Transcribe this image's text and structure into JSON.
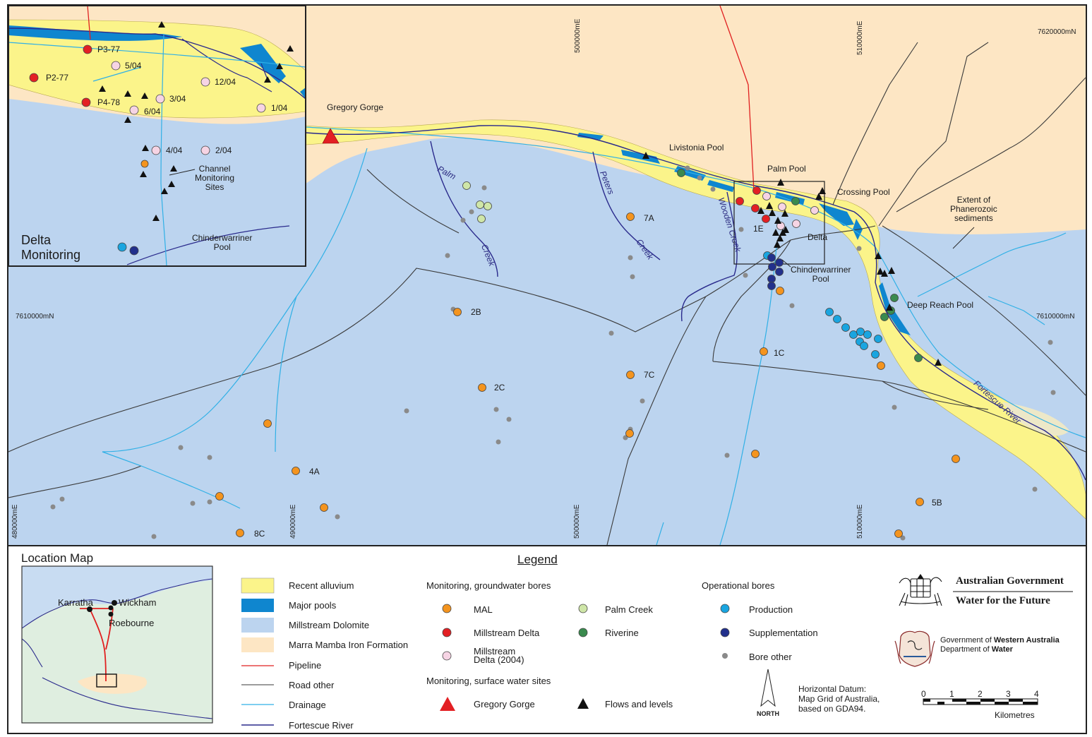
{
  "map": {
    "colors": {
      "recent_alluvium": "#fbf48a",
      "major_pools": "#0f86cf",
      "millstream_dolomite": "#bcd4ef",
      "marra_mamba": "#fde6c4",
      "pipeline": "#e02020",
      "road": "#3a3a3a",
      "drainage": "#30b0e6",
      "fortescue_river": "#2a2a8c",
      "mal": "#f4941e",
      "millstream_delta": "#e32024",
      "millstream_delta_2004": "#f6d4e4",
      "palm_creek": "#cfe6a8",
      "riverine": "#3a8a4e",
      "production": "#1aa5e0",
      "supplementation": "#22308c",
      "bore_other": "#8a8a8a"
    },
    "coordinates": {
      "e480": "480000mE",
      "e490": "490000mE",
      "e500_top": "500000mE",
      "e500_bottom": "500000mE",
      "e510_top": "510000mE",
      "e510_bottom": "510000mE",
      "n7620": "7620000mN",
      "n7610_left": "7610000mN",
      "n7610_right": "7610000mN"
    },
    "places": {
      "gregory_gorge": "Gregory Gorge",
      "livistonia_pool": "Livistonia Pool",
      "palm_pool": "Palm Pool",
      "crossing_pool": "Crossing Pool",
      "delta": "Delta",
      "chinderwarriner_pool": "Chinderwarriner\nPool",
      "deep_reach_pool": "Deep Reach Pool",
      "extent_phanerozoic": "Extent of\nPhanerozoic\nsediments",
      "palm": "Palm",
      "palm_creek": "Creek",
      "peters": "Peters",
      "peters_creek": "Creek",
      "wooden_creek": "Wooden Creek",
      "fortescue_river": "Fortescue River"
    },
    "bore_labels": {
      "b7a": "7A",
      "b1e": "1E",
      "b2b": "2B",
      "b1c": "1C",
      "b7c": "7C",
      "b2c": "2C",
      "b4a": "4A",
      "b5b": "5B",
      "b8c": "8C"
    }
  },
  "inset": {
    "title": "Delta\nMonitoring",
    "labels": {
      "p3": "P3-77",
      "p5": "5/04",
      "p2": "P2-77",
      "p12": "12/04",
      "p3_04": "3/04",
      "p4": "P4-78",
      "p6": "6/04",
      "p1": "1/04",
      "p4_04": "4/04",
      "p2_04": "2/04",
      "channel": "Channel\nMonitoring\nSites",
      "chinder": "Chinderwarriner\nPool"
    }
  },
  "location_map": {
    "title": "Location Map",
    "towns": {
      "karratha": "Karratha",
      "wickham": "Wickham",
      "roebourne": "Roebourne"
    }
  },
  "legend": {
    "title": "Legend",
    "areas": [
      {
        "label": "Recent alluvium"
      },
      {
        "label": "Major pools"
      },
      {
        "label": "Millstream Dolomite"
      },
      {
        "label": "Marra Mamba Iron Formation"
      }
    ],
    "lines": [
      {
        "label": "Pipeline"
      },
      {
        "label": "Road other"
      },
      {
        "label": "Drainage"
      },
      {
        "label": "Fortescue River"
      }
    ],
    "groundwater_heading": "Monitoring, groundwater bores",
    "groundwater": {
      "mal": "MAL",
      "millstream_delta": "Millstream Delta",
      "millstream_delta_2004": "Millstream\nDelta (2004)",
      "palm_creek": "Palm Creek",
      "riverine": "Riverine"
    },
    "surface_heading": "Monitoring, surface water sites",
    "surface": {
      "gregory_gorge": "Gregory Gorge",
      "flows_levels": "Flows and levels"
    },
    "operational_heading": "Operational bores",
    "operational": {
      "production": "Production",
      "supplementation": "Supplementation",
      "bore_other": "Bore other"
    }
  },
  "branding": {
    "aus_gov": "Australian Government",
    "water_future": "Water for the Future",
    "wa_gov_prefix": "Government of ",
    "wa_gov_bold": "Western Australia",
    "dow_prefix": "Department of ",
    "dow_bold": "Water"
  },
  "datum": {
    "north": "NORTH",
    "text": "Horizontal Datum:\nMap Grid of Australia,\nbased on GDA94."
  },
  "scale": {
    "ticks": [
      "0",
      "1",
      "2",
      "3",
      "4"
    ],
    "unit": "Kilometres"
  }
}
